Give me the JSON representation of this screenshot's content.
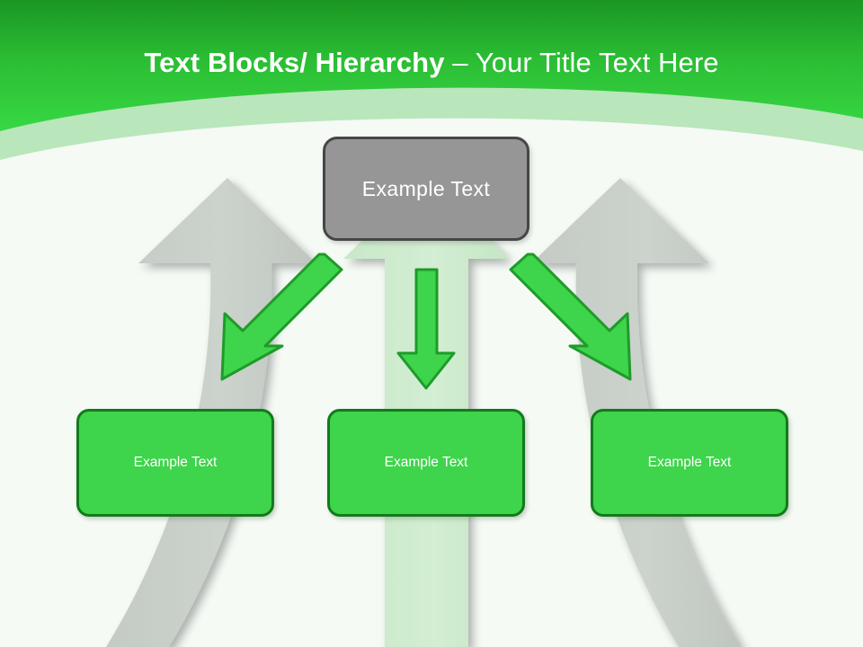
{
  "slide": {
    "title": {
      "bold_part": "Text Blocks/ Hierarchy ",
      "regular_part": "– Your Title Text Here"
    },
    "header": {
      "gradient_top_color": "#1f9a27",
      "gradient_bottom_color": "#36d642",
      "curve_band_color": "#b9e6bb"
    },
    "background_color": "#f5faf5"
  },
  "nodes": {
    "top": {
      "label": "Example  Text",
      "fill_color": "#969696",
      "border_color": "#464646",
      "text_color": "#ffffff"
    },
    "children": [
      {
        "label": "Example Text",
        "fill_color": "#3ed44b",
        "border_color": "#137a1c",
        "text_color": "#ffffff"
      },
      {
        "label": "Example Text",
        "fill_color": "#3ed44b",
        "border_color": "#137a1c",
        "text_color": "#ffffff"
      },
      {
        "label": "Example Text",
        "fill_color": "#3ed44b",
        "border_color": "#137a1c",
        "text_color": "#ffffff"
      }
    ]
  },
  "decoration": {
    "background_arrows": [
      {
        "name": "left-up-arrow",
        "fill_color": "#c9cfc9"
      },
      {
        "name": "center-up-arrow",
        "fill_color": "#cdeacd"
      },
      {
        "name": "right-up-arrow",
        "fill_color": "#c9cfc9"
      }
    ],
    "connectors": [
      {
        "name": "connector-down-left",
        "fill_color": "#3ed44b",
        "stroke_color": "#1e9b2a"
      },
      {
        "name": "connector-down",
        "fill_color": "#3ed44b",
        "stroke_color": "#1e9b2a"
      },
      {
        "name": "connector-down-right",
        "fill_color": "#3ed44b",
        "stroke_color": "#1e9b2a"
      }
    ]
  }
}
